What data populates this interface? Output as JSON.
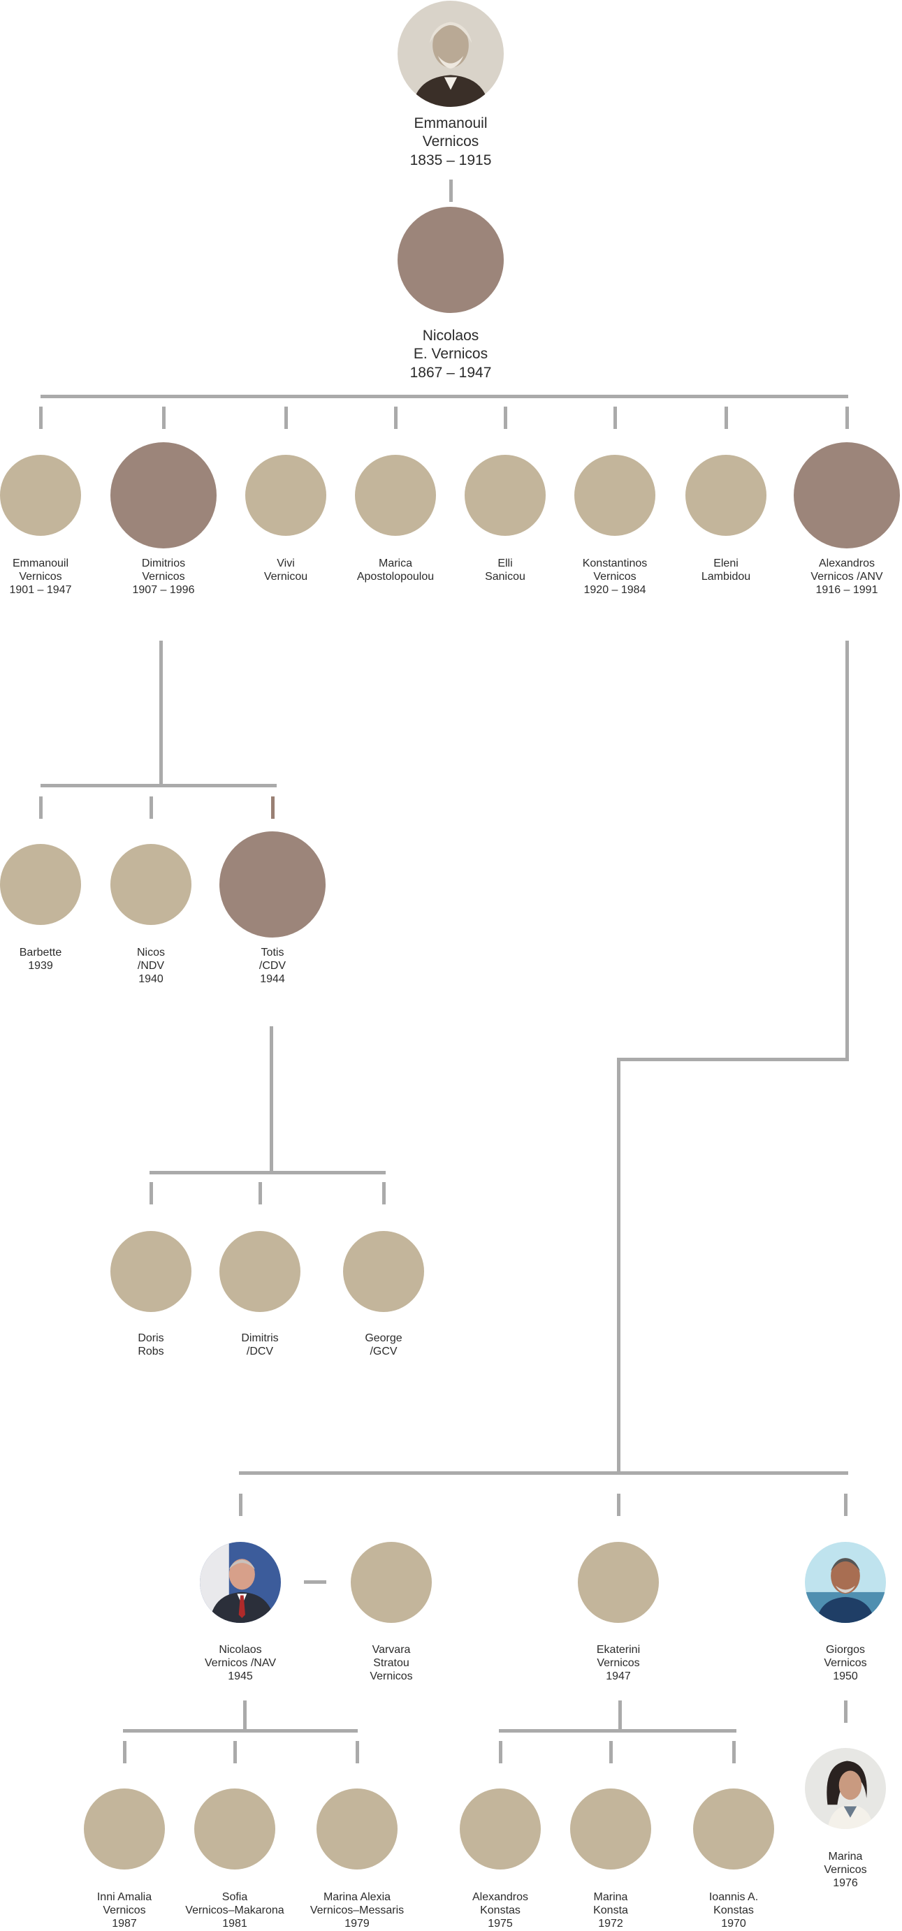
{
  "tree": {
    "root": {
      "lines": [
        "Emmanouil",
        "Vernicos",
        "1835 – 1915"
      ],
      "photo": "portrait-photo-sepia"
    },
    "gen1": {
      "lines": [
        "Nicolaos",
        "E. Vernicos",
        "1867 – 1947"
      ]
    },
    "gen2": [
      {
        "lines": [
          "Emmanouil",
          "Vernicos",
          "1901 – 1947"
        ]
      },
      {
        "lines": [
          "Dimitrios",
          "Vernicos",
          "1907 – 1996"
        ]
      },
      {
        "lines": [
          "Vivi",
          "Vernicou"
        ]
      },
      {
        "lines": [
          "Marica",
          "Apostolopoulou"
        ]
      },
      {
        "lines": [
          "Elli",
          "Sanicou"
        ]
      },
      {
        "lines": [
          "Konstantinos",
          "Vernicos",
          "1920 – 1984"
        ]
      },
      {
        "lines": [
          "Eleni",
          "Lambidou"
        ]
      },
      {
        "lines": [
          "Alexandros",
          "Vernicos /ANV",
          "1916 – 1991"
        ]
      }
    ],
    "dimitrios_children": [
      {
        "lines": [
          "Barbette",
          "1939"
        ]
      },
      {
        "lines": [
          "Nicos",
          "/NDV",
          "1940"
        ]
      },
      {
        "lines": [
          "Totis",
          "/CDV",
          "1944"
        ]
      }
    ],
    "totis_children": [
      {
        "lines": [
          "Doris",
          "Robs"
        ]
      },
      {
        "lines": [
          "Dimitris",
          "/DCV"
        ]
      },
      {
        "lines": [
          "George",
          "/GCV"
        ]
      }
    ],
    "alexandros_children": [
      {
        "lines": [
          "Nicolaos",
          "Vernicos /NAV",
          "1945"
        ],
        "photo": "man-in-suit-photo"
      },
      {
        "lines": [
          "Varvara",
          "Stratou",
          "Vernicos"
        ]
      },
      {
        "lines": [
          "Ekaterini",
          "Vernicos",
          "1947"
        ]
      },
      {
        "lines": [
          "Giorgos",
          "Vernicos",
          "1950"
        ],
        "photo": "man-outdoor-photo"
      }
    ],
    "nicolaos_children": [
      {
        "lines": [
          "Inni Amalia",
          "Vernicos",
          "1987"
        ]
      },
      {
        "lines": [
          "Sofia",
          "Vernicos–Makarona",
          "1981"
        ]
      },
      {
        "lines": [
          "Marina Alexia",
          "Vernicos–Messaris",
          "1979"
        ]
      }
    ],
    "ekaterini_children": [
      {
        "lines": [
          "Alexandros",
          "Konstas",
          "1975"
        ]
      },
      {
        "lines": [
          "Marina",
          "Konsta",
          "1972"
        ]
      },
      {
        "lines": [
          "Ioannis A.",
          "Konstas",
          "1970"
        ]
      }
    ],
    "giorgos_child": {
      "lines": [
        "Marina",
        "Vernicos",
        "1976"
      ],
      "photo": "woman-photo"
    }
  },
  "colors": {
    "line": "#aaaaaa",
    "accent_line": "#9a8074",
    "tan_circle": "#c3b59b",
    "brown_circle": "#9c857a"
  }
}
